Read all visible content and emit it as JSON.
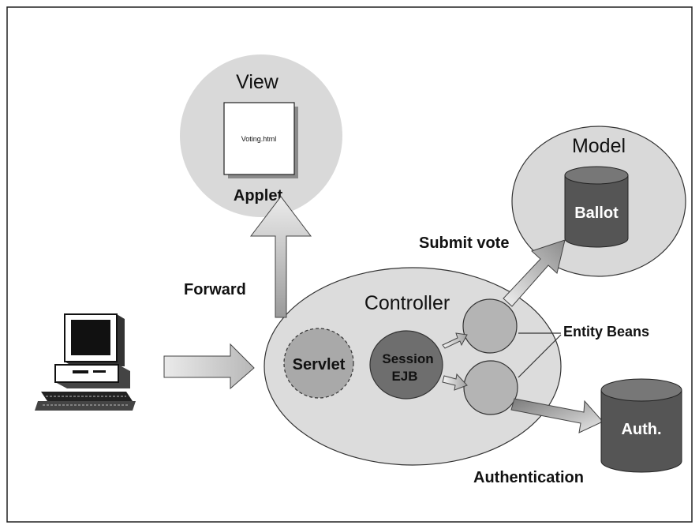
{
  "diagram": {
    "view_title": "View",
    "view_document": "Voting.html",
    "view_caption": "Applet",
    "model_title": "Model",
    "model_store": "Ballot",
    "controller_title": "Controller",
    "servlet_label": "Servlet",
    "session_label_1": "Session",
    "session_label_2": "EJB",
    "entity_beans_label": "Entity Beans",
    "forward_label": "Forward",
    "submit_vote_label": "Submit vote",
    "auth_store": "Auth.",
    "authentication_label": "Authentication"
  },
  "colors": {
    "bubble_fill": "#d9d9d9",
    "controller_fill": "#dcdcdc",
    "servlet_fill": "#a9a9a9",
    "session_fill": "#6e6e6e",
    "bean_fill": "#b4b4b4",
    "cylinder_fill": "#555555",
    "arrow_light": "#e6e6e6",
    "arrow_dark": "#8a8a8a"
  },
  "icons": [
    "desktop-computer-icon",
    "database-cylinder-icon"
  ]
}
